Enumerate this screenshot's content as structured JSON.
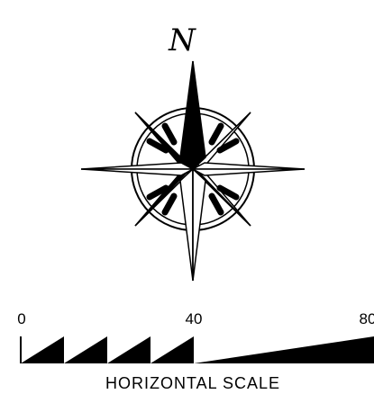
{
  "compass": {
    "north_label": "N"
  },
  "scale": {
    "ticks": [
      "0",
      "40",
      "80"
    ],
    "title": "HORIZONTAL SCALE"
  },
  "colors": {
    "ink": "#000000",
    "paper": "#ffffff"
  }
}
